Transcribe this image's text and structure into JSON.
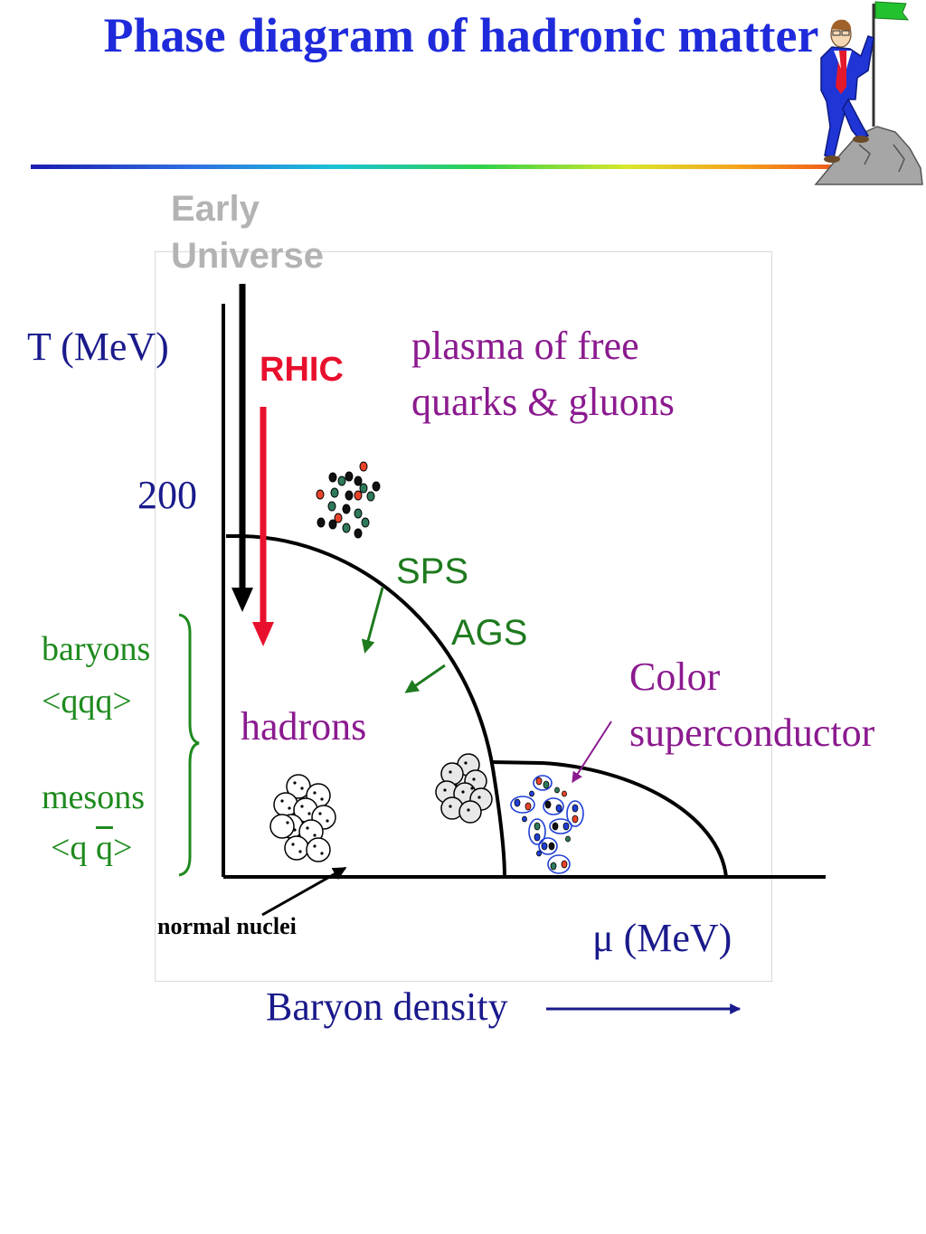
{
  "title": "Phase diagram of hadronic matter",
  "labels": {
    "early_universe": "Early\nUniverse",
    "t_axis": "T (MeV)",
    "tick_200": "200",
    "rhic": "RHIC",
    "qgp": "plasma of free\nquarks & gluons",
    "sps": "SPS",
    "ags": "AGS",
    "hadrons": "hadrons",
    "color_superconductor": "Color\nsuperconductor",
    "baryons": "baryons",
    "qqq": "<qqq>",
    "mesons": "mesons",
    "meson_open": "<q ",
    "meson_qbar": "q",
    "meson_close": ">",
    "normal_nuclei": "normal nuclei",
    "mu_axis": "μ (MeV)",
    "baryon_density": "Baryon density"
  },
  "colors": {
    "title": "#1f2bdb",
    "axis_text": "#1a1a8c",
    "rhic": "#e8102d",
    "phase_label": "#8b1a8f",
    "experiment": "#1e7a1e",
    "hadron_bracket": "#1e8a1e",
    "early_universe": "#b3b3b3"
  },
  "icons": {
    "mascot": "man-with-flag-on-mountain-icon"
  }
}
